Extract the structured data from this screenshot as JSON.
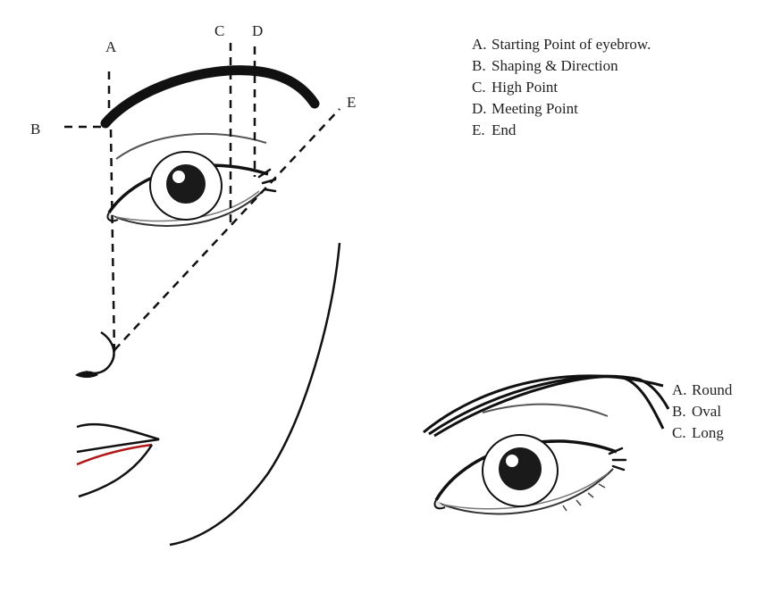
{
  "guide_labels": {
    "a": "A",
    "b": "B",
    "c": "C",
    "d": "D",
    "e": "E"
  },
  "eyebrow_legend": [
    {
      "key": "A.",
      "text": "Starting Point of eyebrow."
    },
    {
      "key": "B.",
      "text": "Shaping & Direction"
    },
    {
      "key": "C.",
      "text": "High Point"
    },
    {
      "key": "D.",
      "text": "Meeting Point"
    },
    {
      "key": "E.",
      "text": "End"
    }
  ],
  "shape_legend": [
    {
      "key": "A.",
      "text": "Round"
    },
    {
      "key": "B.",
      "text": "Oval"
    },
    {
      "key": "C.",
      "text": "Long"
    }
  ],
  "colors": {
    "ink": "#111111",
    "lip_accent": "#b01818",
    "guide": "#111111"
  }
}
